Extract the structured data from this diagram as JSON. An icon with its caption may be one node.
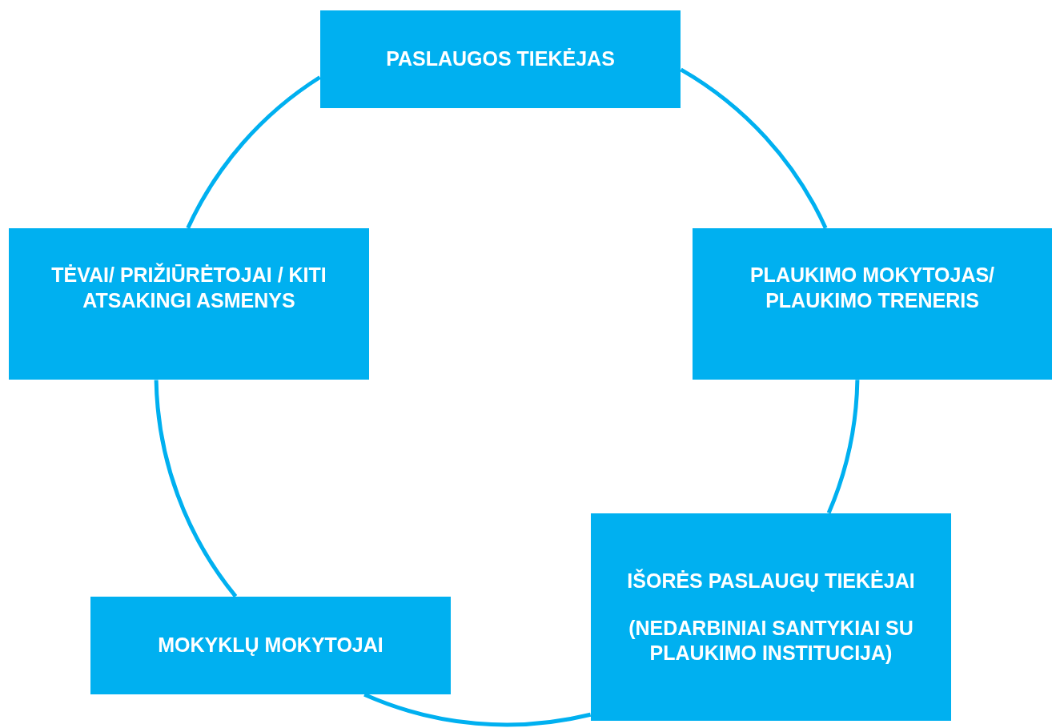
{
  "diagram": {
    "nodes": [
      {
        "text": [
          "PASLAUGOS TIEKĖJAS"
        ]
      },
      {
        "text": [
          "TĖVAI/ PRIŽIŪRĖTOJAI / KITI ATSAKINGI ASMENYS"
        ]
      },
      {
        "text": [
          "PLAUKIMO MOKYTOJAS/ PLAUKIMO TRENERIS"
        ]
      },
      {
        "text": [
          "MOKYKLŲ MOKYTOJAI"
        ]
      },
      {
        "text": [
          "IŠORĖS PASLAUGŲ TIEKĖJAI",
          "(NEDARBINIAI SANTYKIAI SU PLAUKIMO INSTITUCIJA)"
        ]
      }
    ],
    "edges": [
      {
        "from": 0,
        "to": 2,
        "arrow": "none"
      },
      {
        "from": 2,
        "to": 4,
        "arrow": "none"
      },
      {
        "from": 4,
        "to": 3,
        "arrow": "none"
      },
      {
        "from": 3,
        "to": 1,
        "arrow": "none"
      },
      {
        "from": 1,
        "to": 0,
        "arrow": "none"
      }
    ]
  }
}
